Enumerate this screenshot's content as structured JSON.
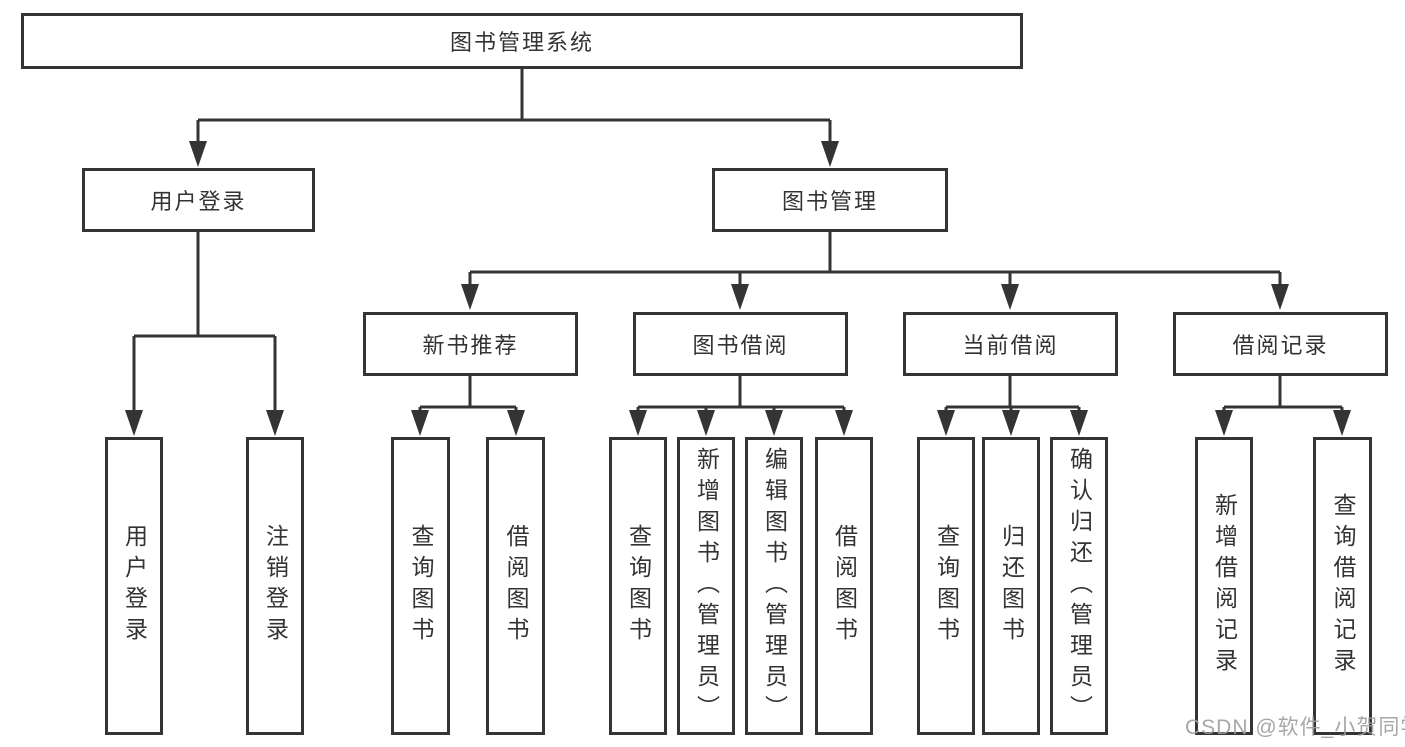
{
  "diagram": {
    "root": {
      "label": "图书管理系统"
    },
    "level2": [
      {
        "label": "用户登录"
      },
      {
        "label": "图书管理"
      }
    ],
    "level3": [
      {
        "label": "新书推荐"
      },
      {
        "label": "图书借阅"
      },
      {
        "label": "当前借阅"
      },
      {
        "label": "借阅记录"
      }
    ],
    "leaves": {
      "user_login": [
        {
          "label": "用户登录"
        },
        {
          "label": "注销登录"
        }
      ],
      "new_book": [
        {
          "label": "查询图书"
        },
        {
          "label": "借阅图书"
        }
      ],
      "book_borrow": [
        {
          "label": "查询图书"
        },
        {
          "label": "新增图书（管理员）"
        },
        {
          "label": "编辑图书（管理员）"
        },
        {
          "label": "借阅图书"
        }
      ],
      "current_borrow": [
        {
          "label": "查询图书"
        },
        {
          "label": "归还图书"
        },
        {
          "label": "确认归还（管理员）"
        }
      ],
      "borrow_records": [
        {
          "label": "新增借阅记录"
        },
        {
          "label": "查询借阅记录"
        }
      ]
    },
    "colors": {
      "line": "#343434",
      "text": "#333333",
      "background": "#ffffff",
      "watermark": "#9e9e9e"
    }
  },
  "watermark": {
    "text": "CSDN @软件_小贺同学"
  }
}
